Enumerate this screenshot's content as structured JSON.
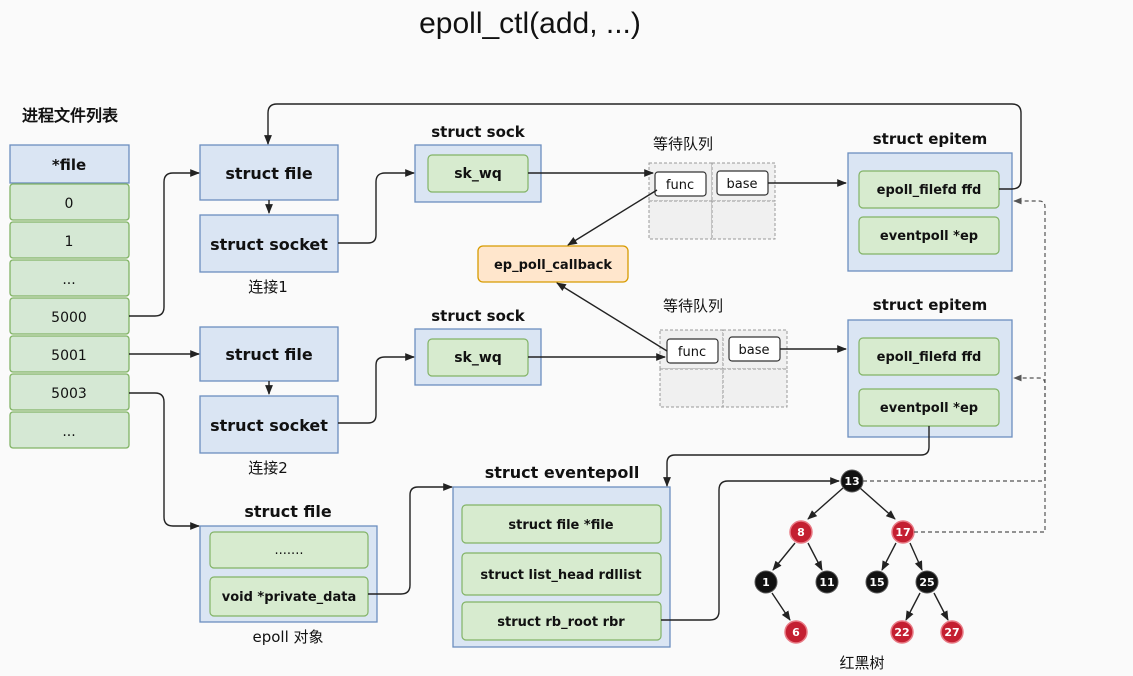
{
  "title": "epoll_ctl(add, ...)",
  "fd_table": {
    "label": "进程文件列表",
    "header": "*file",
    "rows": [
      "0",
      "1",
      "...",
      "5000",
      "5001",
      "5003",
      "..."
    ]
  },
  "conn1": {
    "struct_file": "struct file",
    "struct_socket": "struct socket",
    "label": "连接1",
    "sock_title": "struct sock",
    "sk_wq": "sk_wq",
    "wq_title": "等待队列",
    "func": "func",
    "base": "base",
    "epitem_title": "struct epitem",
    "ffd": "epoll_filefd ffd",
    "ep": "eventpoll *ep"
  },
  "conn2": {
    "struct_file": "struct file",
    "struct_socket": "struct socket",
    "label": "连接2",
    "sock_title": "struct sock",
    "sk_wq": "sk_wq",
    "wq_title": "等待队列",
    "func": "func",
    "base": "base",
    "epitem_title": "struct epitem",
    "ffd": "epoll_filefd ffd",
    "ep": "eventpoll *ep"
  },
  "callback": "ep_poll_callback",
  "epoll_obj": {
    "title": "struct file",
    "dots": ".......",
    "private_data": "void *private_data",
    "label": "epoll 对象"
  },
  "eventpoll": {
    "title": "struct eventepoll",
    "file": "struct file *file",
    "rdllist": "struct list_head rdllist",
    "rbr": "struct rb_root rbr"
  },
  "rbtree": {
    "label": "红黑树",
    "nodes": [
      {
        "value": "13",
        "color": "black"
      },
      {
        "value": "8",
        "color": "red"
      },
      {
        "value": "17",
        "color": "red"
      },
      {
        "value": "1",
        "color": "black"
      },
      {
        "value": "11",
        "color": "black"
      },
      {
        "value": "15",
        "color": "black"
      },
      {
        "value": "25",
        "color": "black"
      },
      {
        "value": "6",
        "color": "red"
      },
      {
        "value": "22",
        "color": "red"
      },
      {
        "value": "27",
        "color": "red"
      }
    ]
  },
  "colors": {
    "struct_blue": "#dae5f3",
    "field_green": "#d5e8d4",
    "callback_orange": "#ffe6cc",
    "rb_red": "#c41f31",
    "rb_black": "#111111"
  }
}
